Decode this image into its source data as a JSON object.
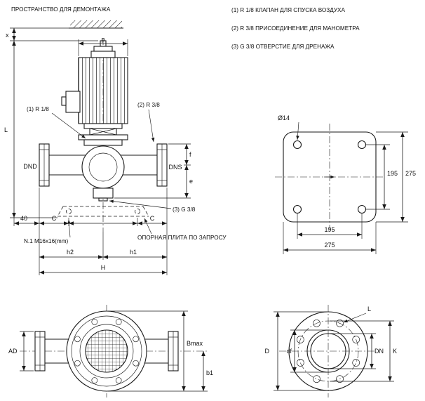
{
  "colors": {
    "ink": "#1a1a1a",
    "bg": "#ffffff"
  },
  "header": {
    "dismantle_note": "ПРОСТРАНСТВО ДЛЯ ДЕМОНТАЖА",
    "notes": [
      "(1) R 1/8 КЛАПАН ДЛЯ СПУСКА ВОЗДУХА",
      "(2) R 3/8 ПРИСОЕДИНЕНИЕ ДЛЯ МАНОМЕТРА",
      "(3) G 3/8 ОТВЕРСТИЕ ДЛЯ ДРЕНАЖА"
    ]
  },
  "elevation": {
    "dims": {
      "x": "x",
      "p": "p",
      "L": "L",
      "f": "f",
      "e": "e",
      "forty": "40",
      "c_left": "C",
      "c_right": "C",
      "h2": "h2",
      "h1": "h1",
      "H": "H"
    },
    "ports": {
      "vent": "(1) R 1/8",
      "gauge": "(2) R 3/8",
      "drain": "(3) G 3/8"
    },
    "flanges": {
      "discharge": "DND",
      "suction": "DNS"
    },
    "notes": {
      "anchor": "N.1 M16x16(mm)",
      "plate": "ОПОРНАЯ ПЛИТА ПО ЗАПРОСУ"
    }
  },
  "motor_flange_view": {
    "hole": "Ø14",
    "pitch_v": "195",
    "overall_v": "275",
    "pitch_h": "195",
    "overall_h": "275"
  },
  "front_view": {
    "ad": "AD",
    "bmax": "Bmax",
    "b1": "b1"
  },
  "pump_flange_view": {
    "l": "L",
    "d": "D",
    "df": "df",
    "dn": "DN",
    "k": "K"
  }
}
